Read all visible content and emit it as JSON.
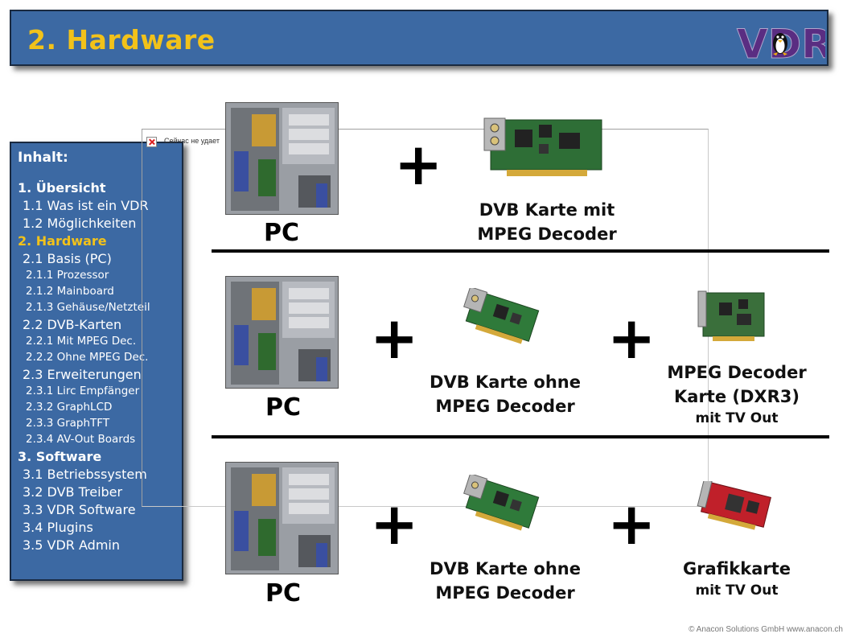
{
  "header": {
    "title": "2. Hardware",
    "logo_text": "VDR"
  },
  "sidebar": {
    "heading": "Inhalt:",
    "items": [
      {
        "label": "1. Übersicht",
        "level": 1,
        "active": false
      },
      {
        "label": "1.1 Was ist ein VDR",
        "level": 2,
        "active": false
      },
      {
        "label": "1.2 Möglichkeiten",
        "level": 2,
        "active": false
      },
      {
        "label": "2. Hardware",
        "level": 1,
        "active": true
      },
      {
        "label": "2.1 Basis (PC)",
        "level": 2,
        "active": false
      },
      {
        "label": "2.1.1 Prozessor",
        "level": 3,
        "active": false
      },
      {
        "label": "2.1.2 Mainboard",
        "level": 3,
        "active": false
      },
      {
        "label": "2.1.3 Gehäuse/Netzteil",
        "level": 3,
        "active": false
      },
      {
        "label": "2.2 DVB-Karten",
        "level": 2,
        "active": false
      },
      {
        "label": "2.2.1 Mit MPEG Dec.",
        "level": 3,
        "active": false
      },
      {
        "label": "2.2.2 Ohne MPEG Dec.",
        "level": 3,
        "active": false
      },
      {
        "label": "2.3 Erweiterungen",
        "level": 2,
        "active": false
      },
      {
        "label": "2.3.1 Lirc Empfänger",
        "level": 3,
        "active": false
      },
      {
        "label": "2.3.2 GraphLCD",
        "level": 3,
        "active": false
      },
      {
        "label": "2.3.3 GraphTFT",
        "level": 3,
        "active": false
      },
      {
        "label": "2.3.4 AV-Out Boards",
        "level": 3,
        "active": false
      },
      {
        "label": "3. Software",
        "level": 1,
        "active": false
      },
      {
        "label": "3.1 Betriebssystem",
        "level": 2,
        "active": false
      },
      {
        "label": "3.2 DVB Treiber",
        "level": 2,
        "active": false
      },
      {
        "label": "3.3 VDR Software",
        "level": 2,
        "active": false
      },
      {
        "label": "3.4 Plugins",
        "level": 2,
        "active": false
      },
      {
        "label": "3.5 VDR Admin",
        "level": 2,
        "active": false
      }
    ]
  },
  "broken_image": {
    "alt_text": "Сейчас не удает"
  },
  "rows": [
    {
      "pc_label": "PC",
      "plus1": "+",
      "card1": {
        "line1": "DVB Karte mit",
        "line2": "MPEG Decoder"
      }
    },
    {
      "pc_label": "PC",
      "plus1": "+",
      "card1": {
        "line1": "DVB Karte ohne",
        "line2": "MPEG Decoder"
      },
      "plus2": "+",
      "card2": {
        "line1": "MPEG Decoder",
        "line2": "Karte (DXR3)",
        "line3": "mit TV Out"
      }
    },
    {
      "pc_label": "PC",
      "plus1": "+",
      "card1": {
        "line1": "DVB Karte ohne",
        "line2": "MPEG Decoder"
      },
      "plus2": "+",
      "card2": {
        "line1": "Grafikkarte",
        "line2": "mit TV Out"
      }
    }
  ],
  "footer": {
    "copyright": "© Anacon Solutions GmbH www.anacon.ch"
  },
  "colors": {
    "panel_blue": "#3c69a3",
    "accent_yellow": "#f2c21a",
    "logo_purple": "#5a2d82"
  }
}
